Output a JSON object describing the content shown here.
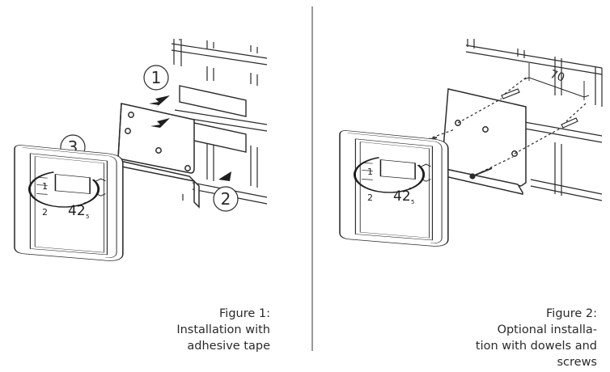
{
  "figure1": {
    "caption_lines": [
      "Figure 1:",
      "Installation with",
      "adhesive tape"
    ],
    "step_labels": [
      "1",
      "2",
      "3"
    ]
  },
  "figure2": {
    "caption_lines": [
      "Figure 2:",
      "Optional installa-",
      "tion with dowels and",
      "screws"
    ],
    "dimension_label": "70"
  },
  "device": {
    "temperature": "42",
    "degree_symbol": "°",
    "small_digit": "5",
    "left_labels": [
      "1",
      "2"
    ]
  }
}
